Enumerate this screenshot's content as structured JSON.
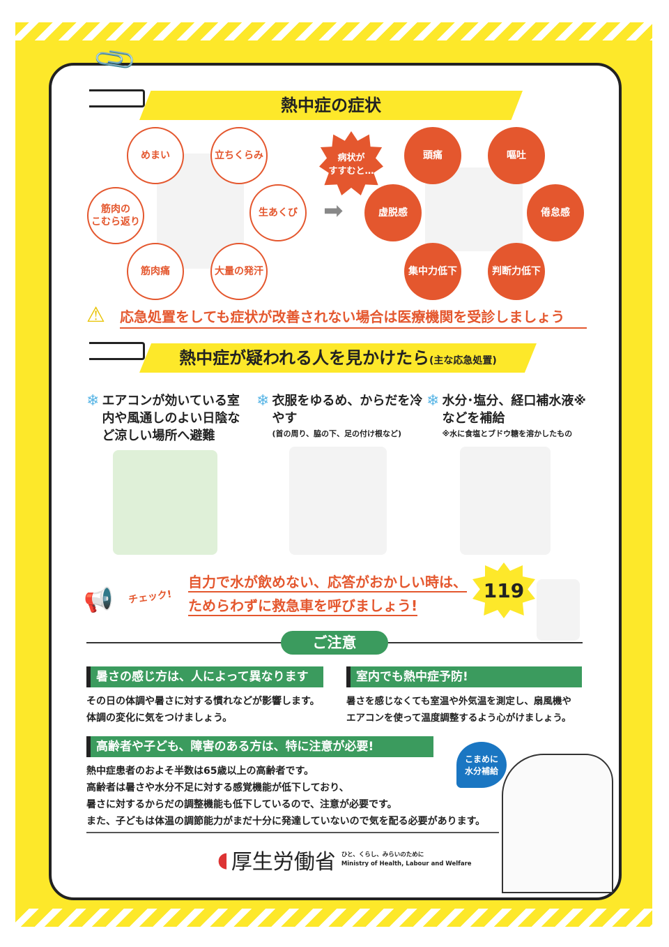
{
  "section1": {
    "title": "熱中症の症状",
    "mild": [
      "めまい",
      "立ちくらみ",
      "筋肉の\nこむら返り",
      "生あくび",
      "筋肉痛",
      "大量の発汗"
    ],
    "progress_label": "病状が\nすすむと…",
    "severe": [
      "頭痛",
      "嘔吐",
      "虚脱感",
      "倦怠感",
      "集中力低下",
      "判断力低下"
    ],
    "warning": "応急処置をしても症状が改善されない場合は医療機関を受診しましょう"
  },
  "section2": {
    "title": "熱中症が疑われる人を見かけたら",
    "title_sub": "(主な応急処置)",
    "actions": [
      {
        "text": "エアコンが効いている室内や風通しのよい日陰など涼しい場所へ避難",
        "note": ""
      },
      {
        "text": "衣服をゆるめ、からだを冷やす",
        "note": "(首の周り、脇の下、足の付け根など)"
      },
      {
        "text": "水分･塩分、経口補水液※などを補給",
        "note": "※水に食塩とブドウ糖を溶かしたもの"
      }
    ],
    "check_label": "チェック!",
    "check_line1": "自力で水が飲めない、応答がおかしい時は、",
    "check_line2": "ためらわずに救急車を呼びましょう!",
    "emergency_number": "119"
  },
  "caution": {
    "title": "ご注意",
    "items": [
      {
        "heading": "暑さの感じ方は、人によって異なります",
        "body": [
          "その日の体調や暑さに対する慣れなどが影響します。",
          "体調の変化に気をつけましょう。"
        ]
      },
      {
        "heading": "室内でも熱中症予防!",
        "body": [
          "暑さを感じなくても室温や外気温を測定し、扇風機や",
          "エアコンを使って温度調整するよう心がけましょう。"
        ]
      },
      {
        "heading": "高齢者や子ども、障害のある方は、特に注意が必要!",
        "body": [
          "熱中症患者のおよそ半数は65歳以上の高齢者です。",
          "高齢者は暑さや水分不足に対する感覚機能が低下しており、",
          "暑さに対するからだの調整機能も低下しているので、注意が必要です。",
          "また、子どもは体温の調節能力がまだ十分に発達していないので気を配る必要があります。"
        ]
      }
    ],
    "bubble": "こまめに\n水分補給"
  },
  "footer": {
    "ministry": "厚生労働省",
    "tagline": "ひと、くらし、みらいのために",
    "english": "Ministry of Health, Labour and Welfare"
  },
  "colors": {
    "yellow": "#fde82a",
    "orange": "#e4572e",
    "green": "#3b9b5e",
    "blue": "#1a76c2"
  }
}
